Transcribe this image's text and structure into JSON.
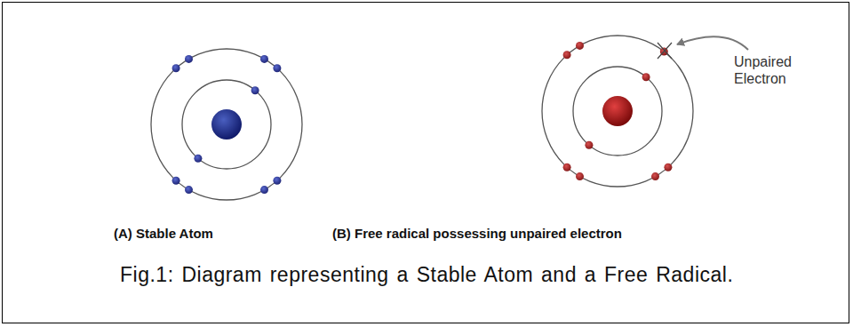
{
  "diagram": {
    "caption": "Fig.1: Diagram representing a Stable Atom and a Free Radical.",
    "labels": [
      "Unpaired Electron",
      "(A) Stable Atom",
      "(B) Free radical possessing unpaired electron"
    ]
  }
}
